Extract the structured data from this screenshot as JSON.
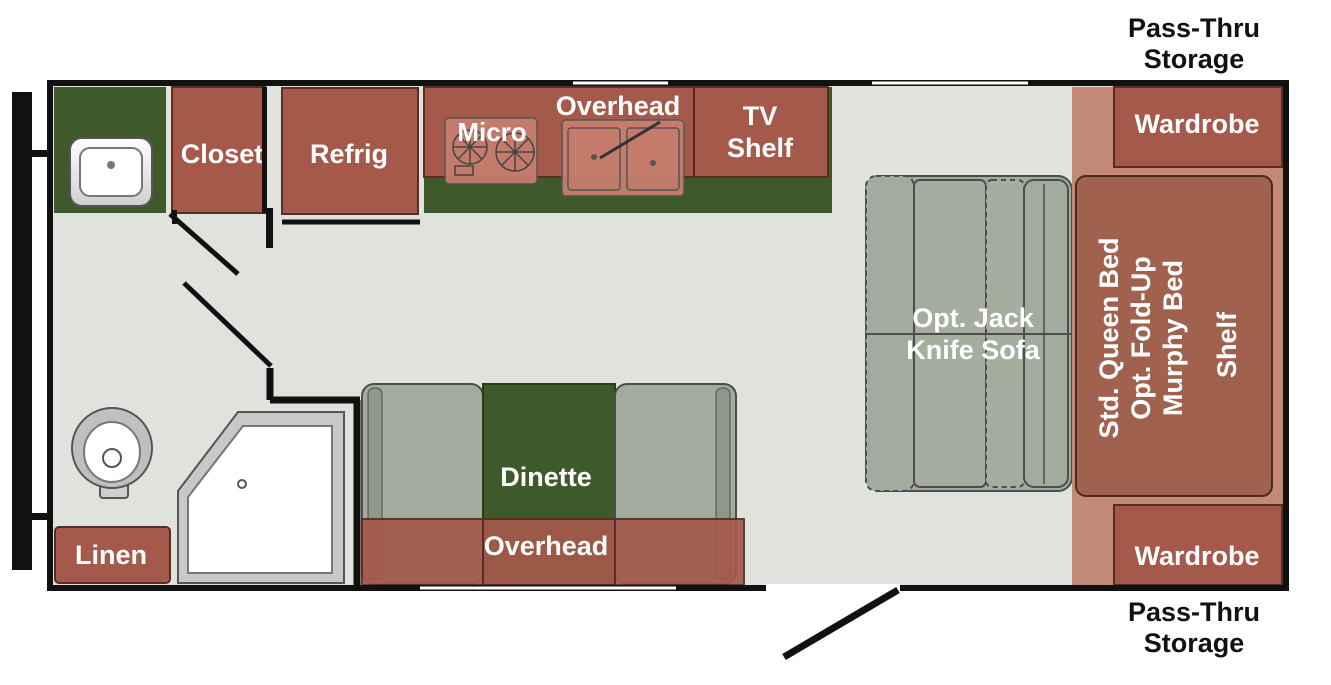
{
  "labels": {
    "pass_thru_top": [
      "Pass-Thru",
      "Storage"
    ],
    "pass_thru_bottom": [
      "Pass-Thru",
      "Storage"
    ],
    "wardrobe_top": "Wardrobe",
    "wardrobe_bottom": "Wardrobe",
    "closet": "Closet",
    "refrig": "Refrig",
    "micro": "Micro",
    "overhead_kitchen": "Overhead",
    "tv_shelf": [
      "TV",
      "Shelf"
    ],
    "sofa": [
      "Opt. Jack",
      "Knife Sofa"
    ],
    "bed": [
      "Std. Queen Bed",
      "Opt. Fold-Up",
      "Murphy Bed"
    ],
    "shelf": "Shelf",
    "dinette": "Dinette",
    "overhead_dinette": "Overhead",
    "linen": "Linen"
  },
  "colors": {
    "floor": "#dfe2dd",
    "cabinet": "#a4594a",
    "counter": "#3f5a2a",
    "seat": "#a3aa9e",
    "bed": "#a0624f",
    "bed_surround": "#c28a76",
    "fixture": "#d9d9d9",
    "wall": "#111111"
  }
}
